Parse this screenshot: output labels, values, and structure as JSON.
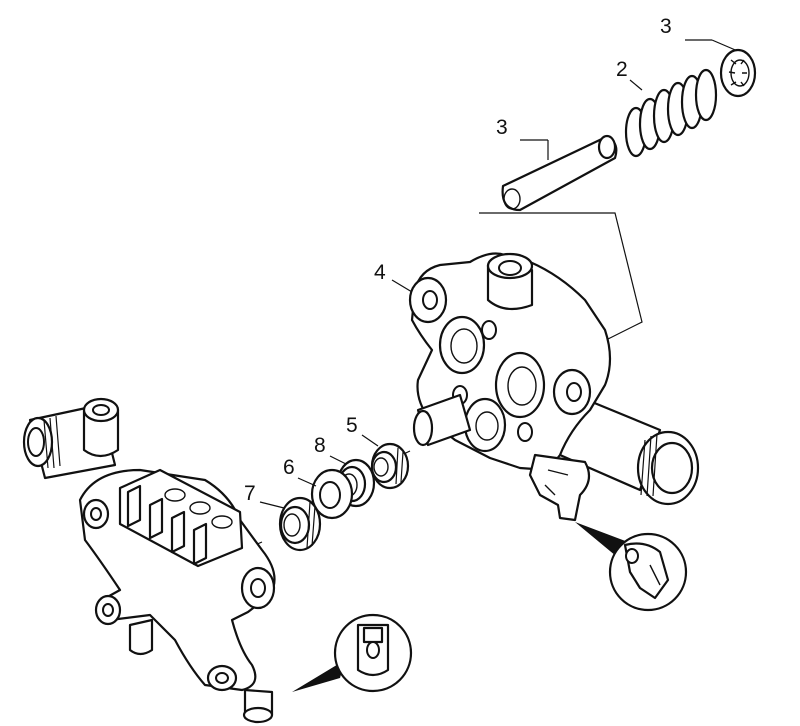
{
  "callouts": {
    "c3_top": "3",
    "c2": "2",
    "c3_mid": "3",
    "c4": "4",
    "c5": "5",
    "c8": "8",
    "c6": "6",
    "c7": "7"
  }
}
